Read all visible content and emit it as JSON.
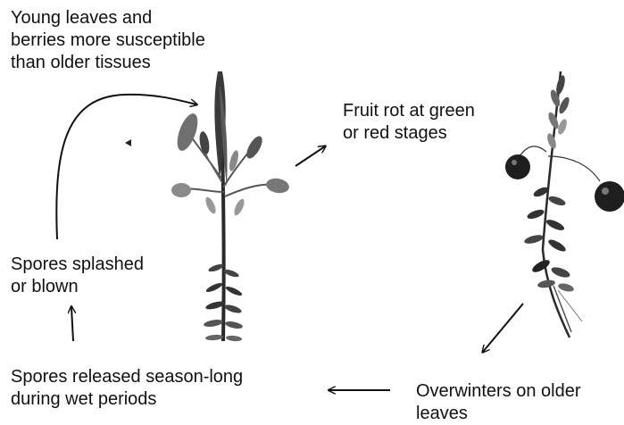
{
  "labels": {
    "young_leaves": {
      "lines": [
        "Young leaves and",
        "berries more susceptible",
        "than older tissues"
      ]
    },
    "fruit_rot": {
      "lines": [
        "Fruit rot at green",
        "or red stages"
      ]
    },
    "spores_splashed": {
      "lines": [
        "Spores splashed",
        "or blown"
      ]
    },
    "spores_released": {
      "lines": [
        "Spores released season-long",
        "during wet periods"
      ]
    },
    "overwinters": {
      "lines": [
        "Overwinters on older",
        "leaves"
      ]
    }
  },
  "colors": {
    "text": "#111111",
    "arrow": "#111111",
    "plant_dark": "#2a2a2a",
    "plant_mid": "#6f6f6f",
    "plant_light": "#b5b5b5",
    "berry": "#1e1e1e"
  },
  "icons": {
    "arrows": "arrow",
    "plants": "cranberry-plant"
  }
}
